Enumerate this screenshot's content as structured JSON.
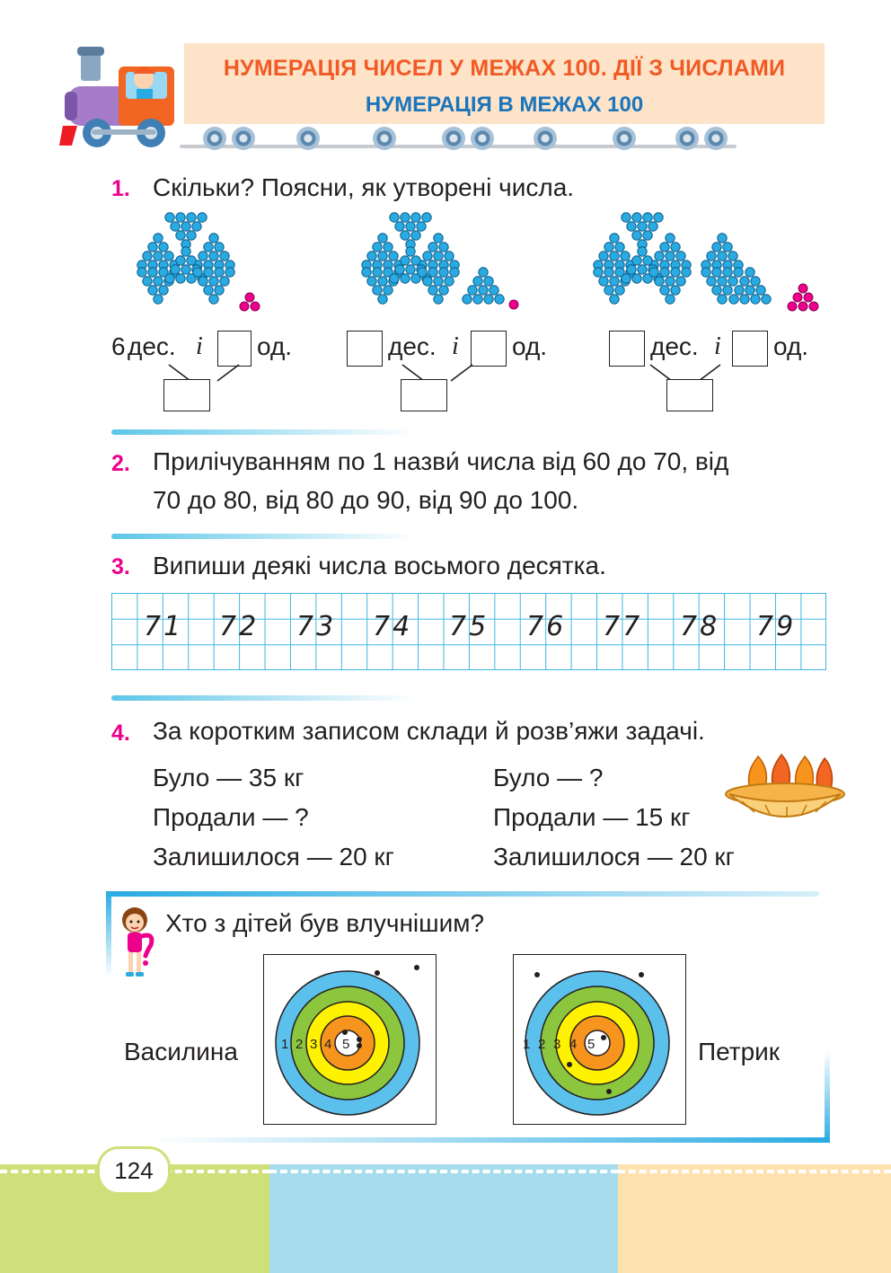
{
  "header": {
    "title": "НУМЕРАЦІЯ ЧИСЕЛ У МЕЖАХ 100. ДІЇ З ЧИСЛАМИ",
    "subtitle": "НУМЕРАЦІЯ В МЕЖАХ 100"
  },
  "task1": {
    "number": "1.",
    "text": "Скільки? Поясни, як утворені числа.",
    "group1": {
      "tens": "6",
      "tens_label": "дес.",
      "and": "і",
      "units_label": "од."
    },
    "group2": {
      "tens_label": "дес.",
      "and": "і",
      "units_label": "од."
    },
    "group3": {
      "tens_label": "дес.",
      "and": "і",
      "units_label": "од."
    }
  },
  "task2": {
    "number": "2.",
    "line1": "Прилічуванням по 1 назви́ числа від 60 до 70, від",
    "line2": "70 до 80, від 80 до 90, від 90 до 100."
  },
  "task3": {
    "number": "3.",
    "text": "Випиши деякі числа восьмого десятка.",
    "numbers": [
      "71",
      "72",
      "73",
      "74",
      "75",
      "76",
      "77",
      "78",
      "79"
    ]
  },
  "task4": {
    "number": "4.",
    "text": "За коротким записом склади й розв’яжи задачі.",
    "left": [
      "Було — 35 кг",
      "Продали — ?",
      "Залишилося — 20 кг"
    ],
    "right": [
      "Було — ?",
      "Продали — 15 кг",
      "Залишилося — 20 кг"
    ]
  },
  "bonus": {
    "question": "Хто з дітей був влучнішим?",
    "name_left": "Василина",
    "name_right": "Петрик",
    "rings": [
      "1",
      "2",
      "3",
      "4",
      "5"
    ],
    "ring_colors": [
      "#5bc0eb",
      "#8cc63f",
      "#fff200",
      "#f7941d",
      "#ffffff"
    ]
  },
  "footer": {
    "page": "124"
  }
}
